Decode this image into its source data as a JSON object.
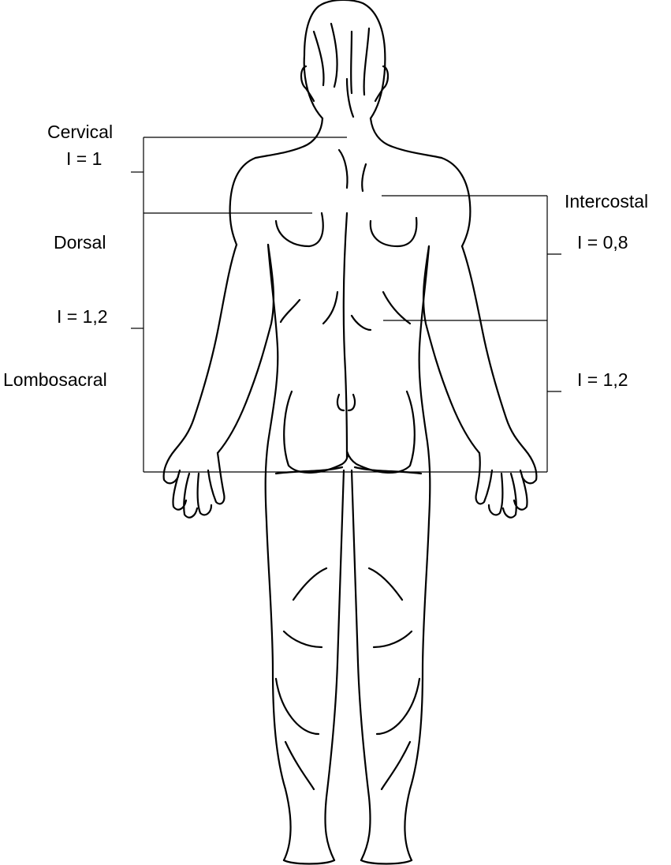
{
  "labels": {
    "cervical": "Cervical",
    "cervical_index": "I = 1",
    "dorsal": "Dorsal",
    "dorsal_index": "I = 1,2",
    "lombosacral": "Lombosacral",
    "intercostal": "Intercostal",
    "intercostal_index": "I = 0,8",
    "right_lower_index": "I = 1,2"
  }
}
